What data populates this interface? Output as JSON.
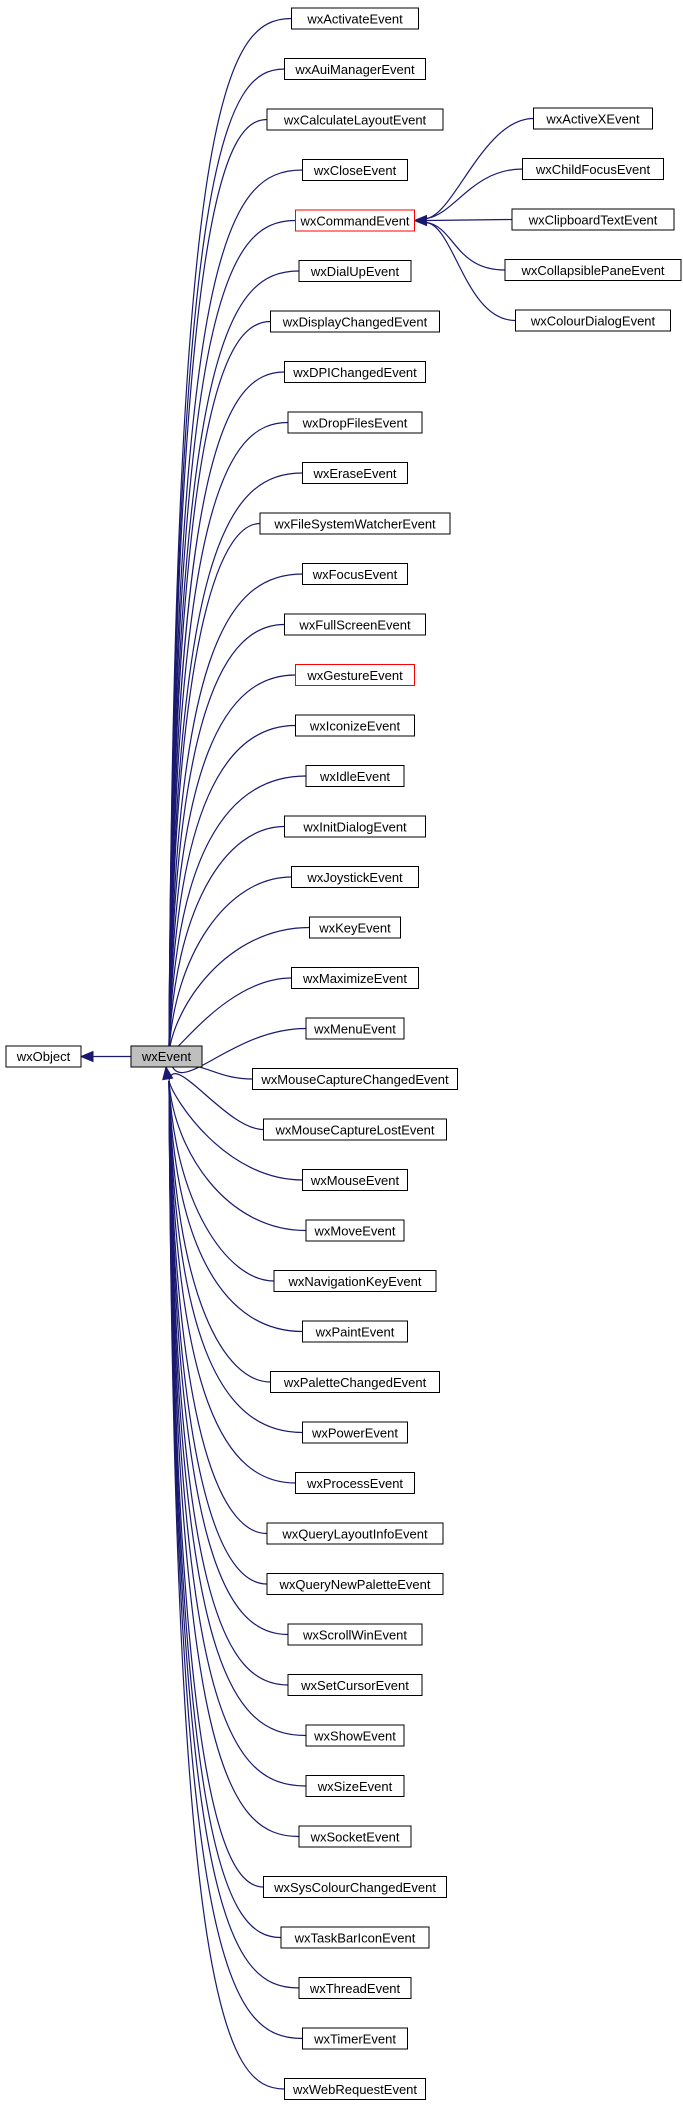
{
  "diagram": {
    "root": {
      "name": "wxObject"
    },
    "center": {
      "name": "wxEvent"
    },
    "subclasses": [
      {
        "name": "wxActivateEvent"
      },
      {
        "name": "wxAuiManagerEvent"
      },
      {
        "name": "wxCalculateLayoutEvent"
      },
      {
        "name": "wxCloseEvent"
      },
      {
        "name": "wxCommandEvent",
        "truncated": true
      },
      {
        "name": "wxDialUpEvent"
      },
      {
        "name": "wxDisplayChangedEvent"
      },
      {
        "name": "wxDPIChangedEvent"
      },
      {
        "name": "wxDropFilesEvent"
      },
      {
        "name": "wxEraseEvent"
      },
      {
        "name": "wxFileSystemWatcherEvent"
      },
      {
        "name": "wxFocusEvent"
      },
      {
        "name": "wxFullScreenEvent"
      },
      {
        "name": "wxGestureEvent",
        "truncated": true
      },
      {
        "name": "wxIconizeEvent"
      },
      {
        "name": "wxIdleEvent"
      },
      {
        "name": "wxInitDialogEvent"
      },
      {
        "name": "wxJoystickEvent"
      },
      {
        "name": "wxKeyEvent"
      },
      {
        "name": "wxMaximizeEvent"
      },
      {
        "name": "wxMenuEvent"
      },
      {
        "name": "wxMouseCaptureChangedEvent"
      },
      {
        "name": "wxMouseCaptureLostEvent"
      },
      {
        "name": "wxMouseEvent"
      },
      {
        "name": "wxMoveEvent"
      },
      {
        "name": "wxNavigationKeyEvent"
      },
      {
        "name": "wxPaintEvent"
      },
      {
        "name": "wxPaletteChangedEvent"
      },
      {
        "name": "wxPowerEvent"
      },
      {
        "name": "wxProcessEvent"
      },
      {
        "name": "wxQueryLayoutInfoEvent"
      },
      {
        "name": "wxQueryNewPaletteEvent"
      },
      {
        "name": "wxScrollWinEvent"
      },
      {
        "name": "wxSetCursorEvent"
      },
      {
        "name": "wxShowEvent"
      },
      {
        "name": "wxSizeEvent"
      },
      {
        "name": "wxSocketEvent"
      },
      {
        "name": "wxSysColourChangedEvent"
      },
      {
        "name": "wxTaskBarIconEvent"
      },
      {
        "name": "wxThreadEvent"
      },
      {
        "name": "wxTimerEvent"
      },
      {
        "name": "wxWebRequestEvent"
      }
    ],
    "command_subclasses": [
      {
        "name": "wxActiveXEvent"
      },
      {
        "name": "wxChildFocusEvent"
      },
      {
        "name": "wxClipboardTextEvent"
      },
      {
        "name": "wxCollapsiblePaneEvent"
      },
      {
        "name": "wxColourDialogEvent"
      }
    ],
    "colors": {
      "edge": "#191970",
      "box_border": "#000000",
      "truncated_border": "#ff0000",
      "center_fill": "#bfbfbf",
      "box_fill": "#ffffff"
    }
  }
}
